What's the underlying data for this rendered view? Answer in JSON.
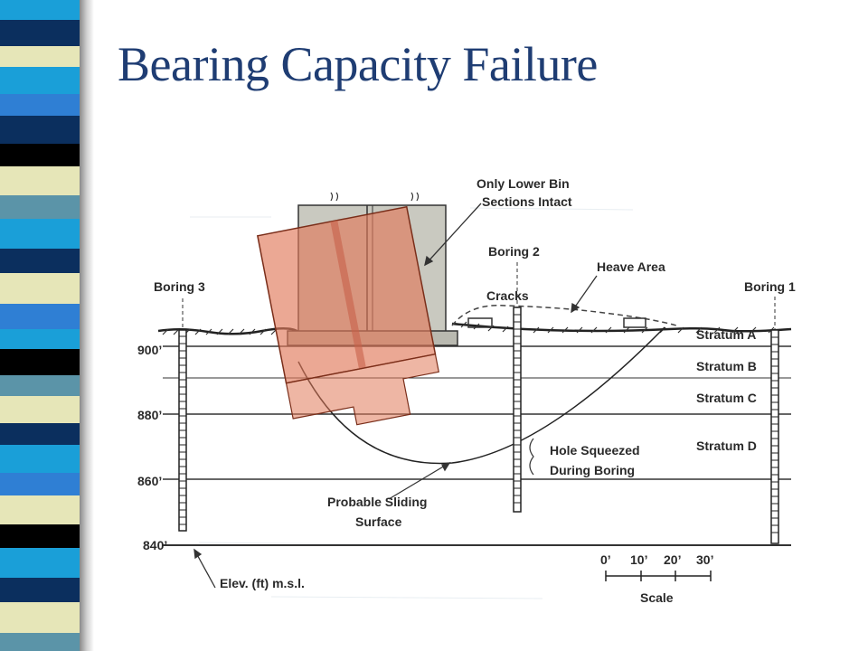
{
  "slide": {
    "title": "Bearing Capacity Failure"
  },
  "diagram": {
    "labels": {
      "only_lower_bin": [
        "Only Lower Bin",
        "Sections Intact"
      ],
      "boring_3": "Boring 3",
      "boring_2": "Boring 2",
      "boring_1": "Boring 1",
      "heave_area": "Heave Area",
      "cracks": "Cracks",
      "stratum_a": "Stratum A",
      "stratum_b": "Stratum B",
      "stratum_c": "Stratum C",
      "stratum_d": "Stratum D",
      "hole_squeezed": [
        "Hole Squeezed",
        "During Boring"
      ],
      "probable_sliding": [
        "Probable Sliding",
        "Surface"
      ],
      "elev_axis": "Elev. (ft) m.s.l."
    },
    "elevations": [
      "900’",
      "880’",
      "860’",
      "840’"
    ],
    "scale": {
      "ticks": [
        "0’",
        "10’",
        "20’",
        "30’"
      ],
      "label": "Scale"
    }
  },
  "colors": {
    "title": "#1f3d73",
    "bin_overlay": "#e07a5a",
    "stripe_palette": [
      "#1a9fd8",
      "#0b2f5e",
      "#e6e6b8",
      "#2f7fd4",
      "#5b94a8",
      "#000000"
    ]
  }
}
